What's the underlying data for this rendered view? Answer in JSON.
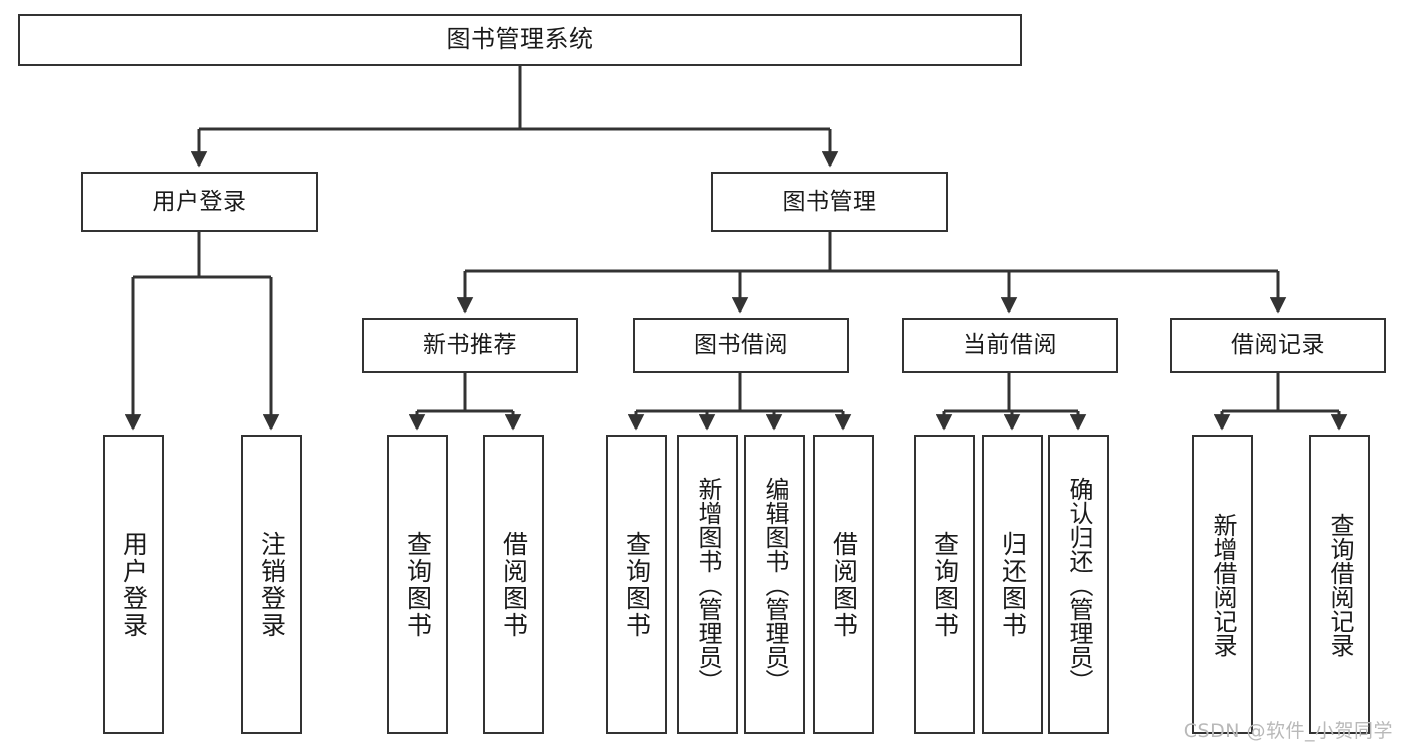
{
  "diagram": {
    "type": "tree",
    "title": "图书管理系统",
    "style": {
      "background": "#ffffff",
      "box_border": "#333333",
      "box_fill": "#ffffff",
      "text": "#1a1a1a",
      "edge": "#333333",
      "watermark": "#b9b9b9"
    },
    "watermark": "CSDN @软件_小贺同学",
    "nodes": {
      "root": {
        "label": "图书管理系统"
      },
      "level2": [
        {
          "label": "用户登录"
        },
        {
          "label": "图书管理"
        }
      ],
      "level3": [
        {
          "label": "新书推荐"
        },
        {
          "label": "图书借阅"
        },
        {
          "label": "当前借阅"
        },
        {
          "label": "借阅记录"
        }
      ],
      "leaves": [
        {
          "label": "用户登录",
          "parent": "用户登录"
        },
        {
          "label": "注销登录",
          "parent": "用户登录"
        },
        {
          "label": "查询图书",
          "parent": "新书推荐"
        },
        {
          "label": "借阅图书",
          "parent": "新书推荐"
        },
        {
          "label": "查询图书",
          "parent": "图书借阅"
        },
        {
          "label": "新增图书（管理员）",
          "parent": "图书借阅"
        },
        {
          "label": "编辑图书（管理员）",
          "parent": "图书借阅"
        },
        {
          "label": "借阅图书",
          "parent": "图书借阅"
        },
        {
          "label": "查询图书",
          "parent": "当前借阅"
        },
        {
          "label": "归还图书",
          "parent": "当前借阅"
        },
        {
          "label": "确认归还（管理员）",
          "parent": "当前借阅"
        },
        {
          "label": "新增借阅记录",
          "parent": "借阅记录"
        },
        {
          "label": "查询借阅记录",
          "parent": "借阅记录"
        }
      ]
    }
  }
}
